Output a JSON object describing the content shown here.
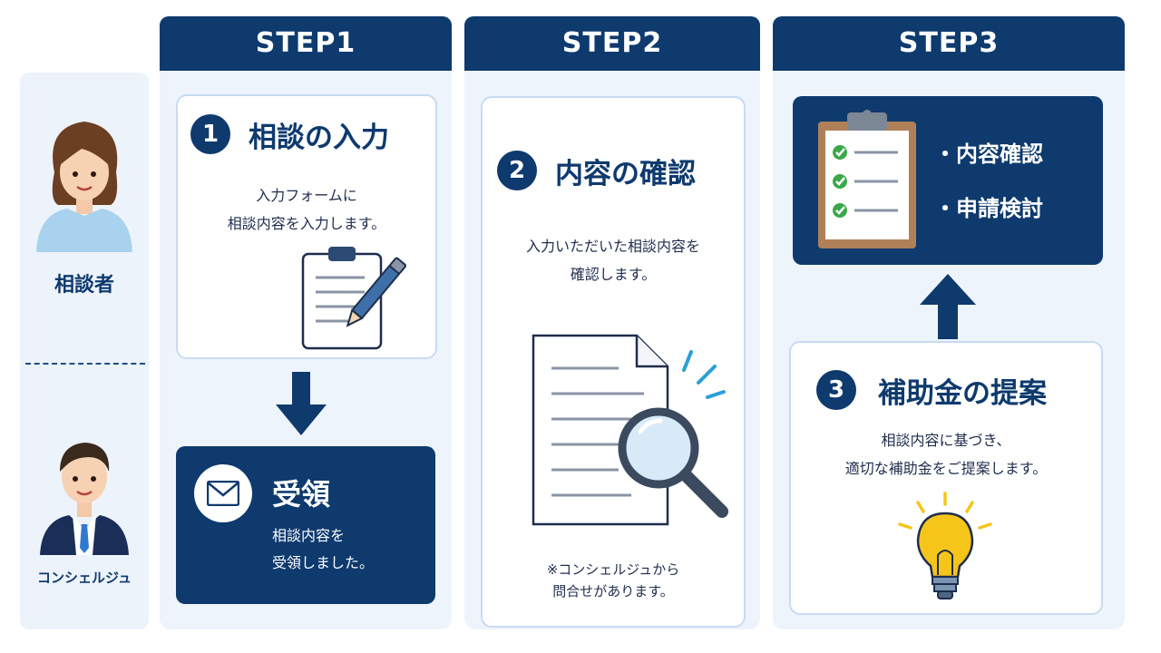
{
  "actors": {
    "consultee": {
      "label": "相談者",
      "icon": "woman-avatar-icon"
    },
    "concierge": {
      "label": "コンシェルジュ",
      "icon": "man-avatar-icon"
    }
  },
  "steps": [
    {
      "header": "STEP1",
      "card": {
        "number": "1",
        "title": "相談の入力",
        "description": "入力フォームに\n相談内容を入力します。",
        "icon": "clipboard-pencil-icon"
      },
      "result": {
        "title": "受領",
        "description": "相談内容を\n受領しました。",
        "icon": "mail-icon"
      }
    },
    {
      "header": "STEP2",
      "card": {
        "number": "2",
        "title": "内容の確認",
        "description": "入力いただいた相談内容を\n確認します。",
        "note": "※コンシェルジュから\n問合せがあります。",
        "icon": "document-magnifier-icon"
      }
    },
    {
      "header": "STEP3",
      "summary": {
        "items": [
          "・内容確認",
          "・申請検討"
        ],
        "icon": "checklist-clipboard-icon"
      },
      "card": {
        "number": "3",
        "title": "補助金の提案",
        "description": "相談内容に基づき、\n適切な補助金をご提案します。",
        "icon": "lightbulb-icon"
      }
    }
  ],
  "colors": {
    "navy": "#0e3a6e",
    "light_bg": "#eef4fc",
    "border": "#c7dbf2",
    "accent": "#2a9fd8",
    "bulb": "#f6c51a"
  }
}
